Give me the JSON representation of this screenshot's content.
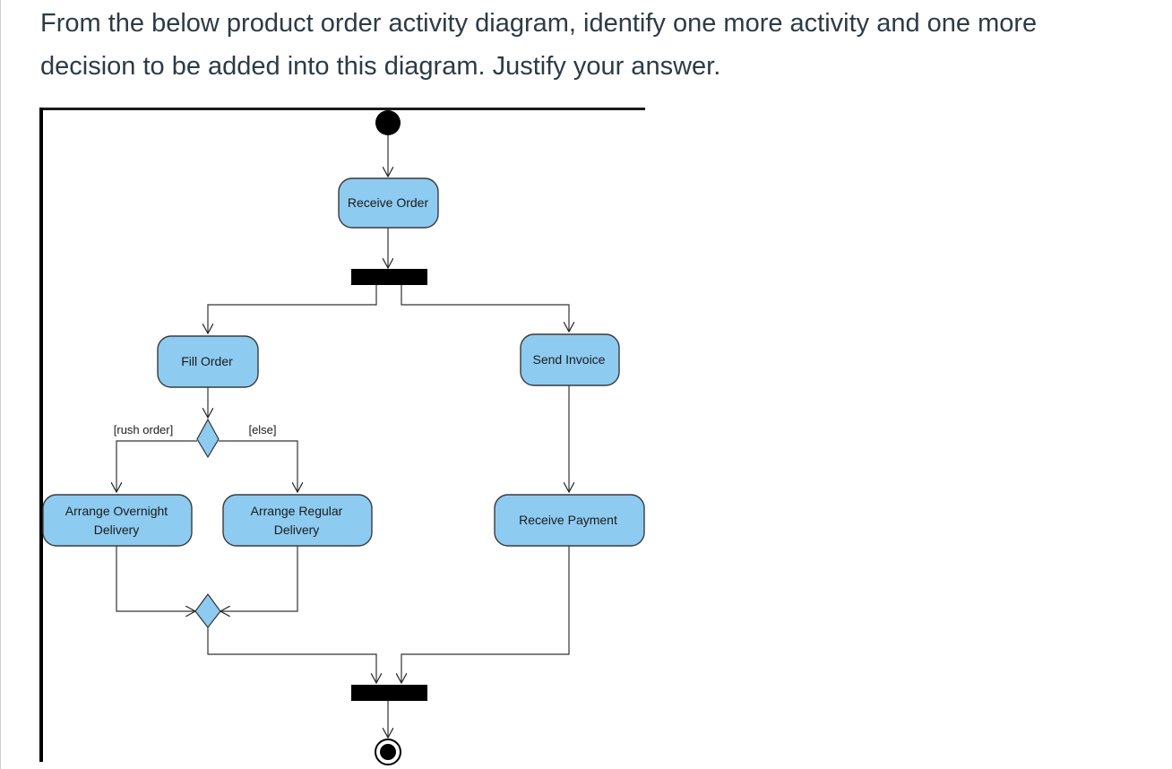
{
  "question": {
    "line1": "From the below product order activity diagram, identify one more activity and one more",
    "line2": "decision to be added into this diagram. Justify your answer."
  },
  "diagram": {
    "nodes": {
      "receive_order": "Receive Order",
      "fill_order": "Fill Order",
      "send_invoice": "Send Invoice",
      "arrange_overnight_line1": "Arrange Overnight",
      "arrange_overnight_line2": "Delivery",
      "arrange_regular_line1": "Arrange Regular",
      "arrange_regular_line2": "Delivery",
      "receive_payment": "Receive Payment"
    },
    "guards": {
      "rush_order": "[rush order]",
      "else": "[else]"
    },
    "colors": {
      "activity_fill": "#8ecbf0",
      "activity_stroke": "#3a3a3a",
      "bar": "#000000"
    }
  }
}
